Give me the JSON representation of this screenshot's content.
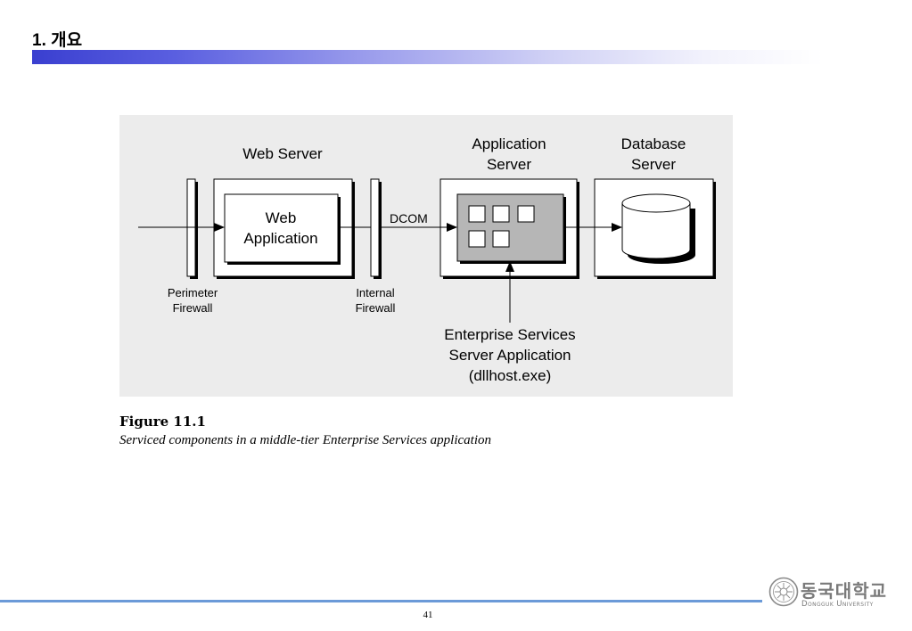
{
  "slide": {
    "title": "1. 개요",
    "page_number": "41"
  },
  "diagram": {
    "labels": {
      "web_server": "Web Server",
      "web_application": [
        "Web",
        "Application"
      ],
      "application_server": [
        "Application",
        "Server"
      ],
      "database_server": [
        "Database",
        "Server"
      ],
      "dcom": "DCOM",
      "perimeter_firewall": [
        "Perimeter",
        "Firewall"
      ],
      "internal_firewall": [
        "Internal",
        "Firewall"
      ],
      "enterprise_services": [
        "Enterprise Services",
        "Server Application",
        "(dllhost.exe)"
      ]
    }
  },
  "figure": {
    "title": "Figure 11.1",
    "caption": "Serviced components in a middle-tier Enterprise Services application"
  },
  "logo": {
    "korean": "동국대학교",
    "english": "Dongguk University"
  },
  "colors": {
    "title_bar": "#3a3fd0",
    "diagram_bg": "#ececec",
    "footer_line": "#6b9ad8",
    "logo_gray": "#7a7a7a"
  }
}
